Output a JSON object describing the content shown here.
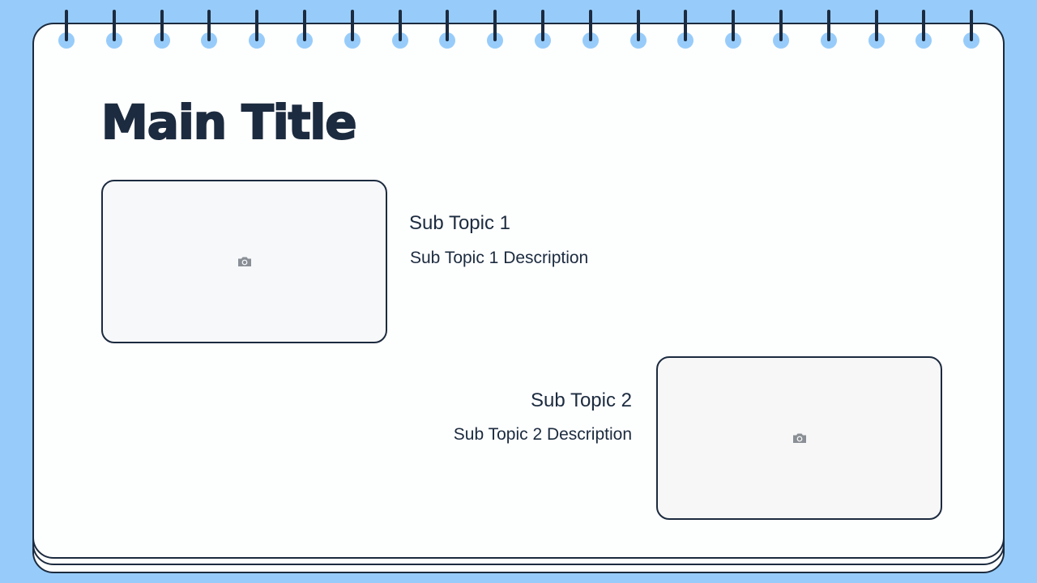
{
  "slide": {
    "title": "Main Title",
    "topics": [
      {
        "title": "Sub Topic 1",
        "description": "Sub Topic 1 Description",
        "image_icon": "camera-icon"
      },
      {
        "title": "Sub Topic 2",
        "description": "Sub Topic 2 Description",
        "image_icon": "camera-icon"
      }
    ]
  },
  "colors": {
    "background": "#97ccfa",
    "sheet": "#fdfefe",
    "ink": "#1c2b3f",
    "placeholder_1": "#f7f8fa",
    "placeholder_2": "#f7f7f7"
  },
  "decor": {
    "ring_count": 20,
    "ring_icon": "spiral-ring-icon"
  }
}
